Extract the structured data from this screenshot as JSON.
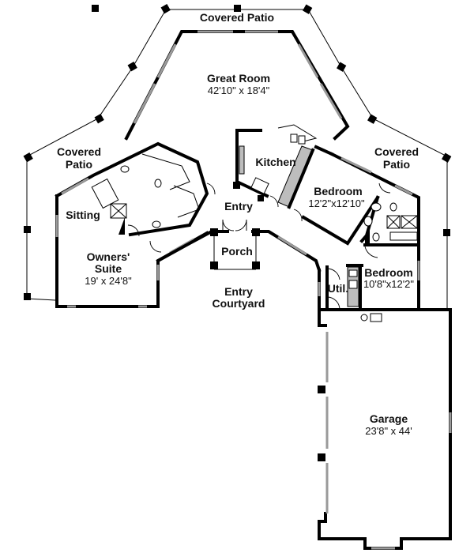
{
  "title": "House Floor Plan",
  "rooms": {
    "covered_patio_top": {
      "name": "Covered Patio"
    },
    "great_room": {
      "name": "Great Room",
      "dimensions": "42'10\" x 18'4\""
    },
    "covered_patio_left": {
      "name_line1": "Covered",
      "name_line2": "Patio"
    },
    "covered_patio_right": {
      "name_line1": "Covered",
      "name_line2": "Patio"
    },
    "kitchen": {
      "name": "Kitchen"
    },
    "sitting": {
      "name": "Sitting"
    },
    "entry": {
      "name": "Entry"
    },
    "bedroom_1": {
      "name": "Bedroom",
      "dimensions": "12'2\"x12'10\""
    },
    "porch": {
      "name": "Porch"
    },
    "owners_suite": {
      "name_line1": "Owners'",
      "name_line2": "Suite",
      "dimensions": "19' x 24'8\""
    },
    "entry_courtyard": {
      "name_line1": "Entry",
      "name_line2": "Courtyard"
    },
    "utility": {
      "name": "Util."
    },
    "bedroom_2": {
      "name": "Bedroom",
      "dimensions": "10'8\"x12'2\""
    },
    "garage": {
      "name": "Garage",
      "dimensions": "23'8\" x 44'"
    }
  },
  "colors": {
    "wall": "#000000",
    "window": "#9a9a9a",
    "background": "#ffffff"
  }
}
